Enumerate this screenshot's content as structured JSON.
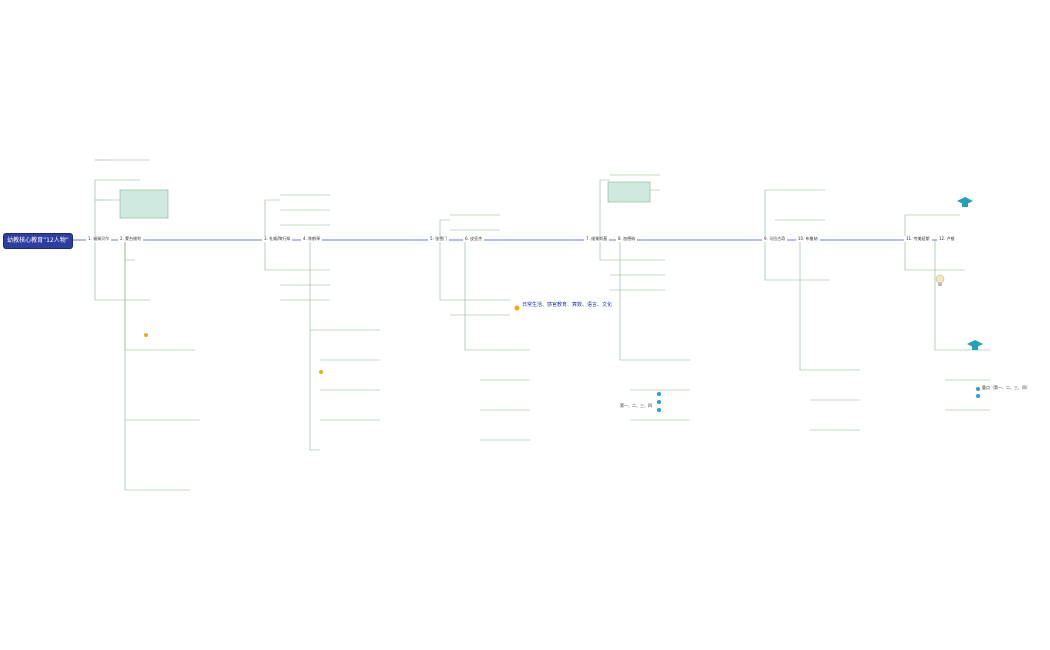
{
  "title": "幼教核心教育“12人物”",
  "sections": [
    {
      "label": "1. 福禄贝尔"
    },
    {
      "label": "2. 蒙台梭利"
    },
    {
      "label": "3. 杜威/陶行知"
    },
    {
      "label": "4. 陈鹤琴"
    },
    {
      "label": "5. 张雪门"
    },
    {
      "label": "6. 皮亚杰"
    },
    {
      "label": "7. 维果斯基"
    },
    {
      "label": "8. 加德纳"
    },
    {
      "label": "9. 马拉古奇"
    },
    {
      "label": "10. 布鲁纳"
    },
    {
      "label": "11. 夸美纽斯"
    },
    {
      "label": "12. 卢梭"
    }
  ],
  "callouts": {
    "eq_large": "日常生活、感官教育、算数、语言、文化",
    "hw_left": "第一、二、三、四",
    "hw_right": "重点（第一、二、三、四）"
  },
  "colors": {
    "root": "#2d3e9e",
    "trunk": "#6f7bd6",
    "branch": "#8bb38d",
    "highlight": "#cfe8e0",
    "accent": "#e0b400"
  },
  "icons": {
    "cap": "graduation-cap-icon",
    "bulb": "lightbulb-icon",
    "star": "star-icon"
  }
}
